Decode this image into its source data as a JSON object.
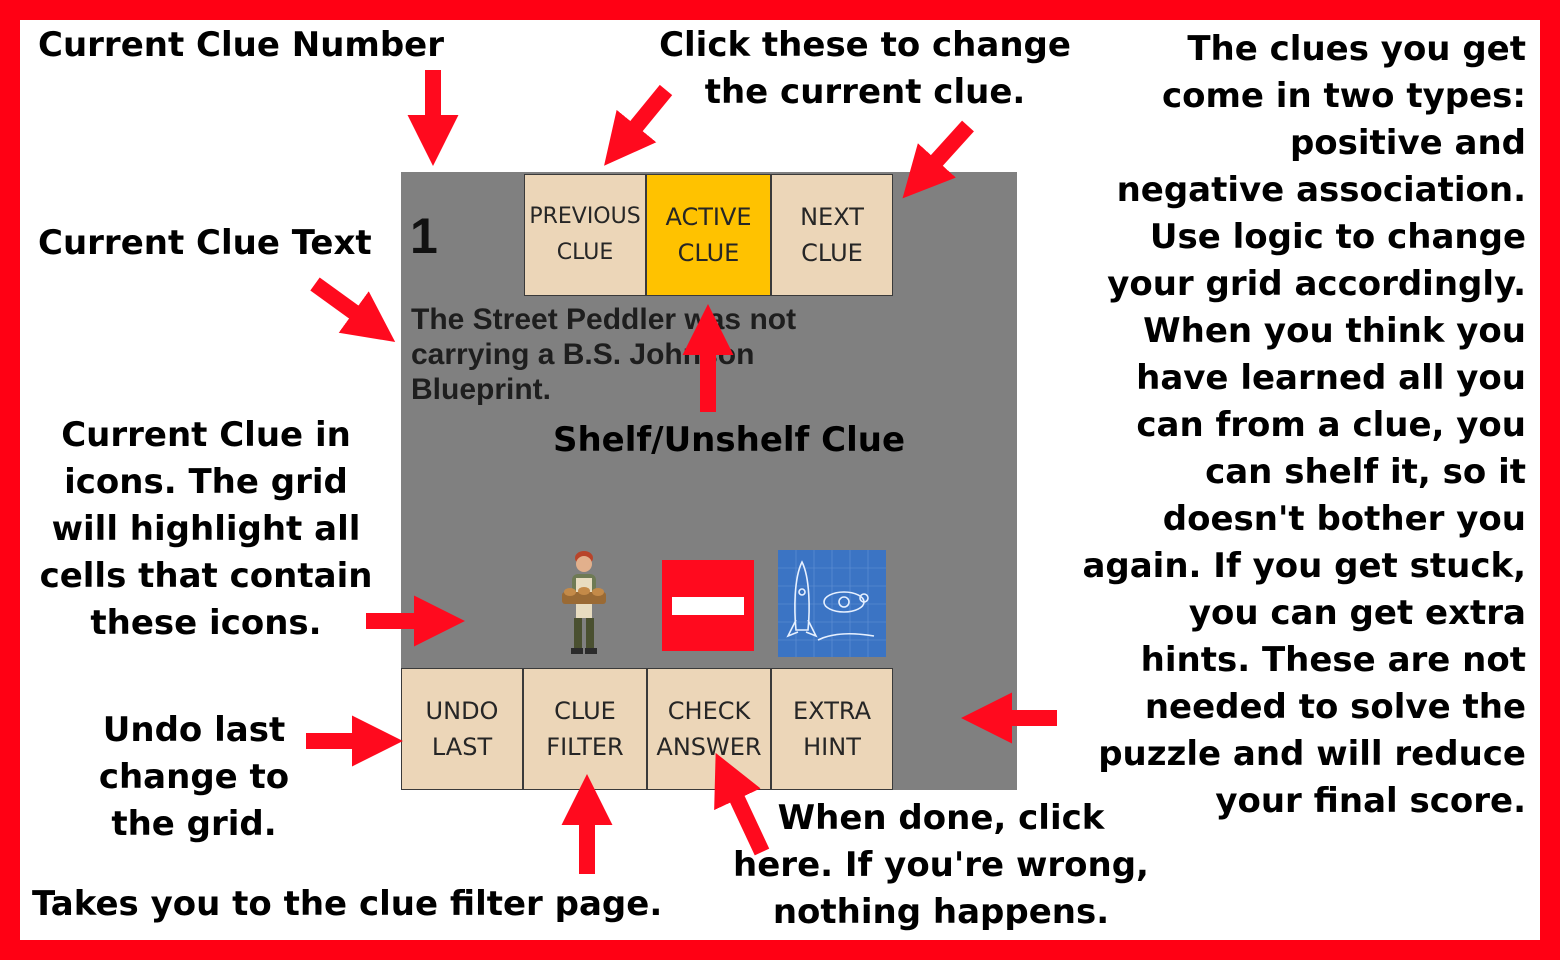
{
  "annotations": {
    "clue_number": [
      "Current Clue Number"
    ],
    "change_clue": [
      "Click these to change",
      "the current clue."
    ],
    "clue_types": [
      "The clues you get",
      "come in two types:",
      "positive and",
      "negative association.",
      "Use logic to change",
      "your grid accordingly.",
      "When you think you",
      "have learned all you",
      "can from a clue, you",
      "can shelf it, so it",
      "doesn't bother you",
      "again. If you get stuck,",
      "you can get extra",
      "hints. These are not",
      "needed to solve the",
      "puzzle and will reduce",
      "your final score."
    ],
    "clue_text": [
      "Current Clue Text"
    ],
    "shelf": [
      "Shelf/Unshelf Clue"
    ],
    "clue_icons": [
      "Current Clue in",
      "icons. The grid",
      "will highlight all",
      "cells that contain",
      "these icons."
    ],
    "undo": [
      "Undo last",
      "change to",
      "the grid."
    ],
    "filter": [
      "Takes you to the clue filter page."
    ],
    "check": [
      "When done, click",
      "here. If you're wrong,",
      "nothing happens."
    ]
  },
  "panel": {
    "clue_number": "1",
    "clue_text": "The Street Peddler was not carrying a B.S. Johnson Blueprint.",
    "top_buttons": [
      {
        "line1": "Previous",
        "line2": "Clue"
      },
      {
        "line1": "Active",
        "line2": "Clue"
      },
      {
        "line1": "Next",
        "line2": "Clue"
      }
    ],
    "bottom_buttons": [
      {
        "line1": "Undo",
        "line2": "Last"
      },
      {
        "line1": "Clue",
        "line2": "Filter"
      },
      {
        "line1": "Check",
        "line2": "Answer"
      },
      {
        "line1": "Extra",
        "line2": "Hint"
      }
    ],
    "icons": [
      "street-peddler-icon",
      "negative-association-icon",
      "blueprint-icon"
    ]
  },
  "colors": {
    "frame": "#ff0014",
    "panel": "#808080",
    "button": "#ecd6b8",
    "active_button": "#ffc200",
    "arrow": "#ff0a1e",
    "blueprint": "#3b74c4"
  }
}
